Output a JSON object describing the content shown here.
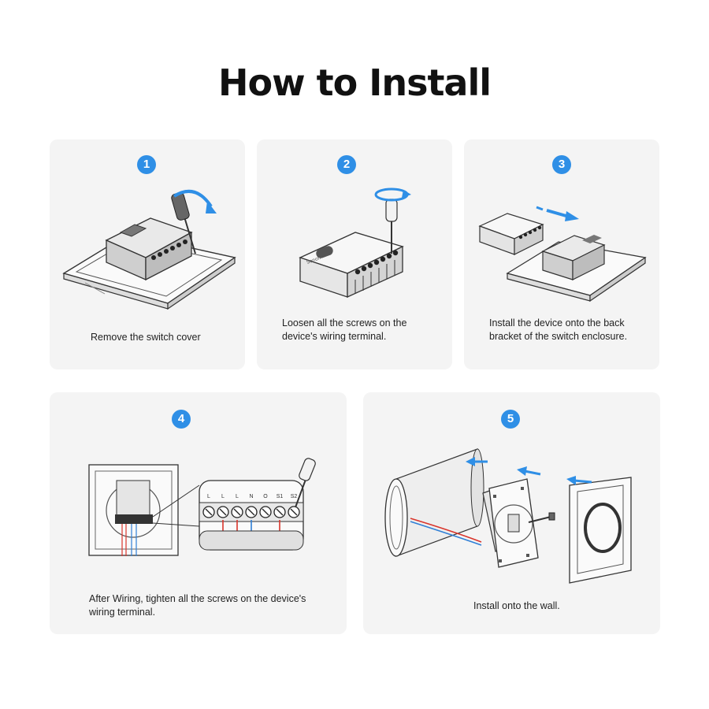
{
  "page": {
    "title": "How to Install"
  },
  "steps": [
    {
      "number": "1",
      "caption": "Remove the switch cover"
    },
    {
      "number": "2",
      "caption_line1": "Loosen all the screws on the",
      "caption_line2": "device's wiring terminal."
    },
    {
      "number": "3",
      "caption_line1": "Install the device onto the back",
      "caption_line2": "bracket of the switch enclosure."
    },
    {
      "number": "4",
      "caption_line1": "After Wiring, tighten all the screws on the device's",
      "caption_line2": "wiring terminal.",
      "terminal_labels": [
        "L",
        "L",
        "L",
        "N",
        "O",
        "S1",
        "S2"
      ]
    },
    {
      "number": "5",
      "caption": "Install onto the wall."
    }
  ],
  "device_brand": "Sonoff",
  "colors": {
    "accent": "#2f8fe6",
    "wire_live": "#d9342b",
    "wire_neutral": "#2f7fd6"
  }
}
